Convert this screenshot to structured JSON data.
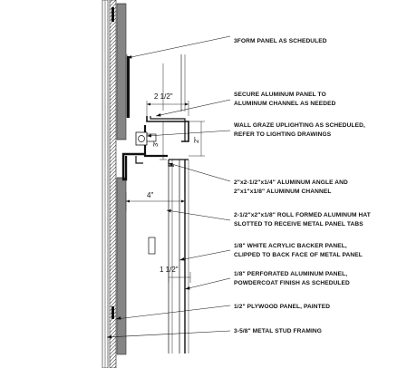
{
  "callouts": [
    {
      "id": "3form",
      "lines": [
        "3FORM PANEL AS SCHEDULED"
      ]
    },
    {
      "id": "secure",
      "lines": [
        "SECURE ALUMINUM PANEL TO",
        "ALUMINUM CHANNEL AS NEEDED"
      ]
    },
    {
      "id": "graze",
      "lines": [
        "WALL GRAZE UPLIGHTING AS SCHEDULED,",
        "REFER TO LIGHTING DRAWINGS"
      ]
    },
    {
      "id": "angle",
      "lines": [
        "2\"x2-1/2\"x1/4\" ALUMINUM ANGLE AND",
        "2\"x1\"x1/8\" ALUMINUM CHANNEL"
      ]
    },
    {
      "id": "hat",
      "lines": [
        "2-1/2\"x2\"x1/8\" ROLL FORMED ALUMINUM HAT",
        "SLOTTED TO RECEIVE METAL PANEL TABS"
      ]
    },
    {
      "id": "acrylic",
      "lines": [
        "1/8\" WHITE ACRYLIC BACKER PANEL,",
        "CLIPPED TO BACK FACE OF METAL PANEL"
      ]
    },
    {
      "id": "perforated",
      "lines": [
        "1/8\" PERFORATED ALUMINUM PANEL,",
        "POWDERCOAT FINISH AS SCHEDULED"
      ]
    },
    {
      "id": "plywood",
      "lines": [
        "1/2\" PLYWOOD PANEL, PAINTED"
      ]
    },
    {
      "id": "stud",
      "lines": [
        "3-5/8\" METAL STUD FRAMING"
      ]
    }
  ],
  "dimensions": {
    "d_2_1_2": "2 1/2\"",
    "d_3": "3\"",
    "d_2": "2\"",
    "d_4": "4\"",
    "d_1_1_2": "1 1/2\""
  }
}
